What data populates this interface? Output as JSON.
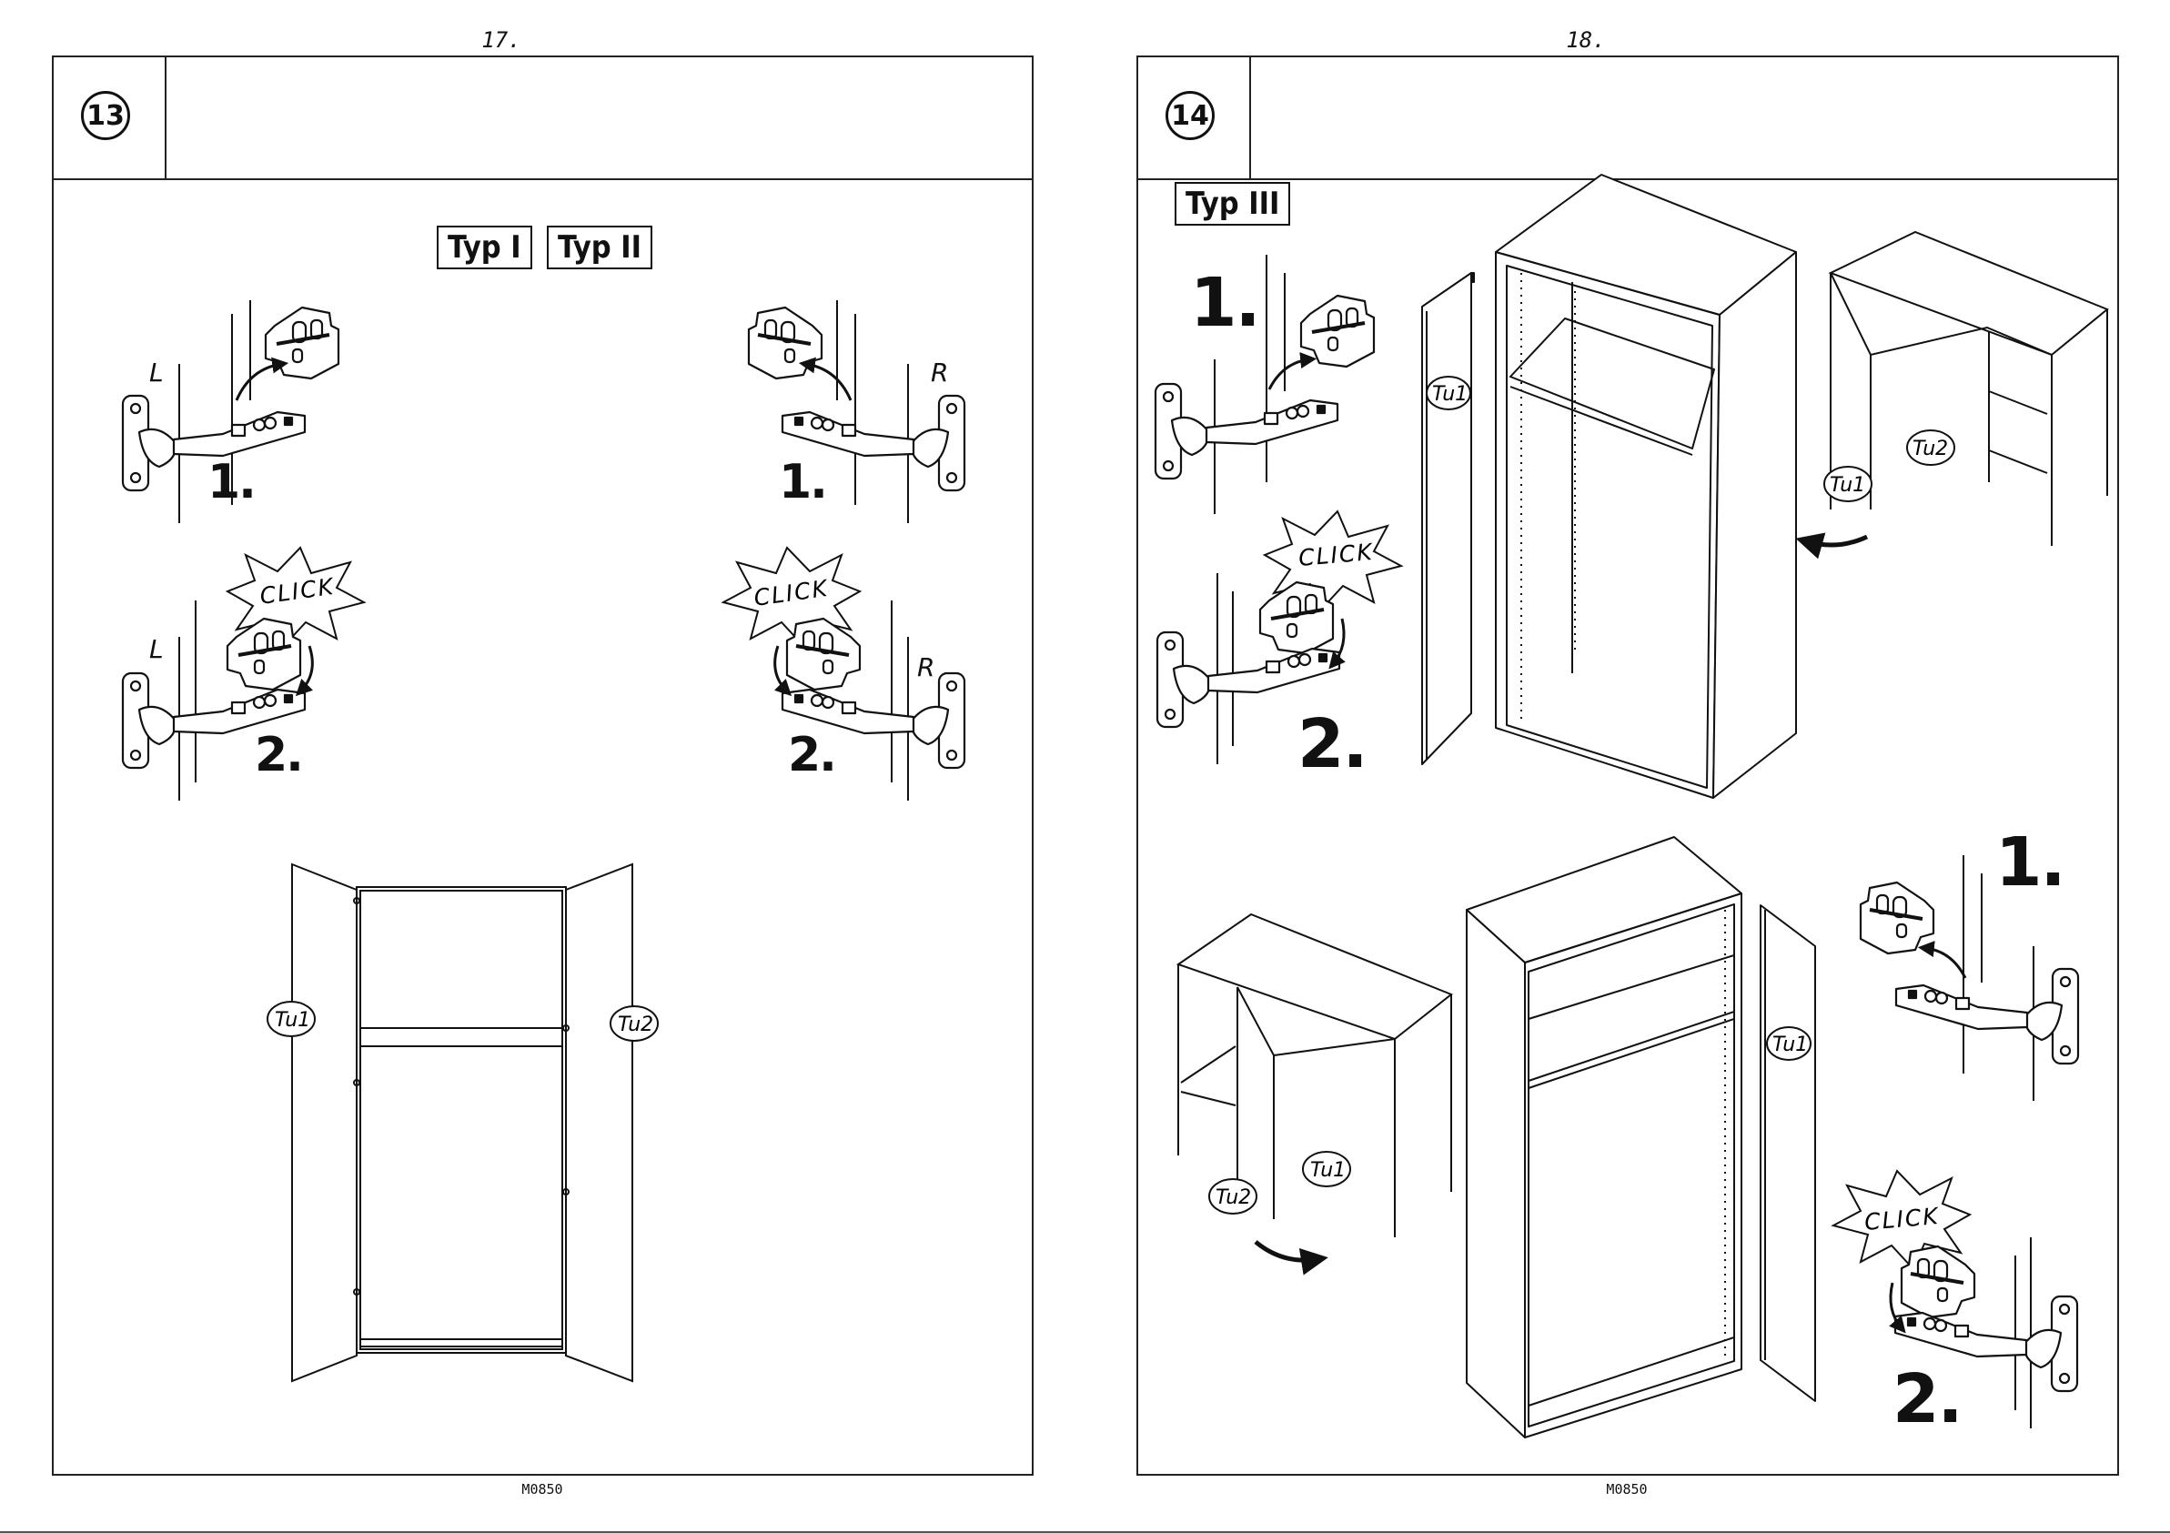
{
  "left_page": {
    "page_number": "17.",
    "step": "13",
    "types": [
      "Typ I",
      "Typ II"
    ],
    "side_left": "L",
    "side_right": "R",
    "step1": "1.",
    "step2": "2.",
    "click": "CLICK",
    "door_left": "Tu1",
    "door_right": "Tu2",
    "footer": "M0850"
  },
  "right_page": {
    "page_number": "18.",
    "step": "14",
    "type": "Typ III",
    "step1": "1.",
    "step2": "2.",
    "click": "CLICK",
    "door_1": "Tu1",
    "door_2": "Tu2",
    "footer": "M0850"
  }
}
